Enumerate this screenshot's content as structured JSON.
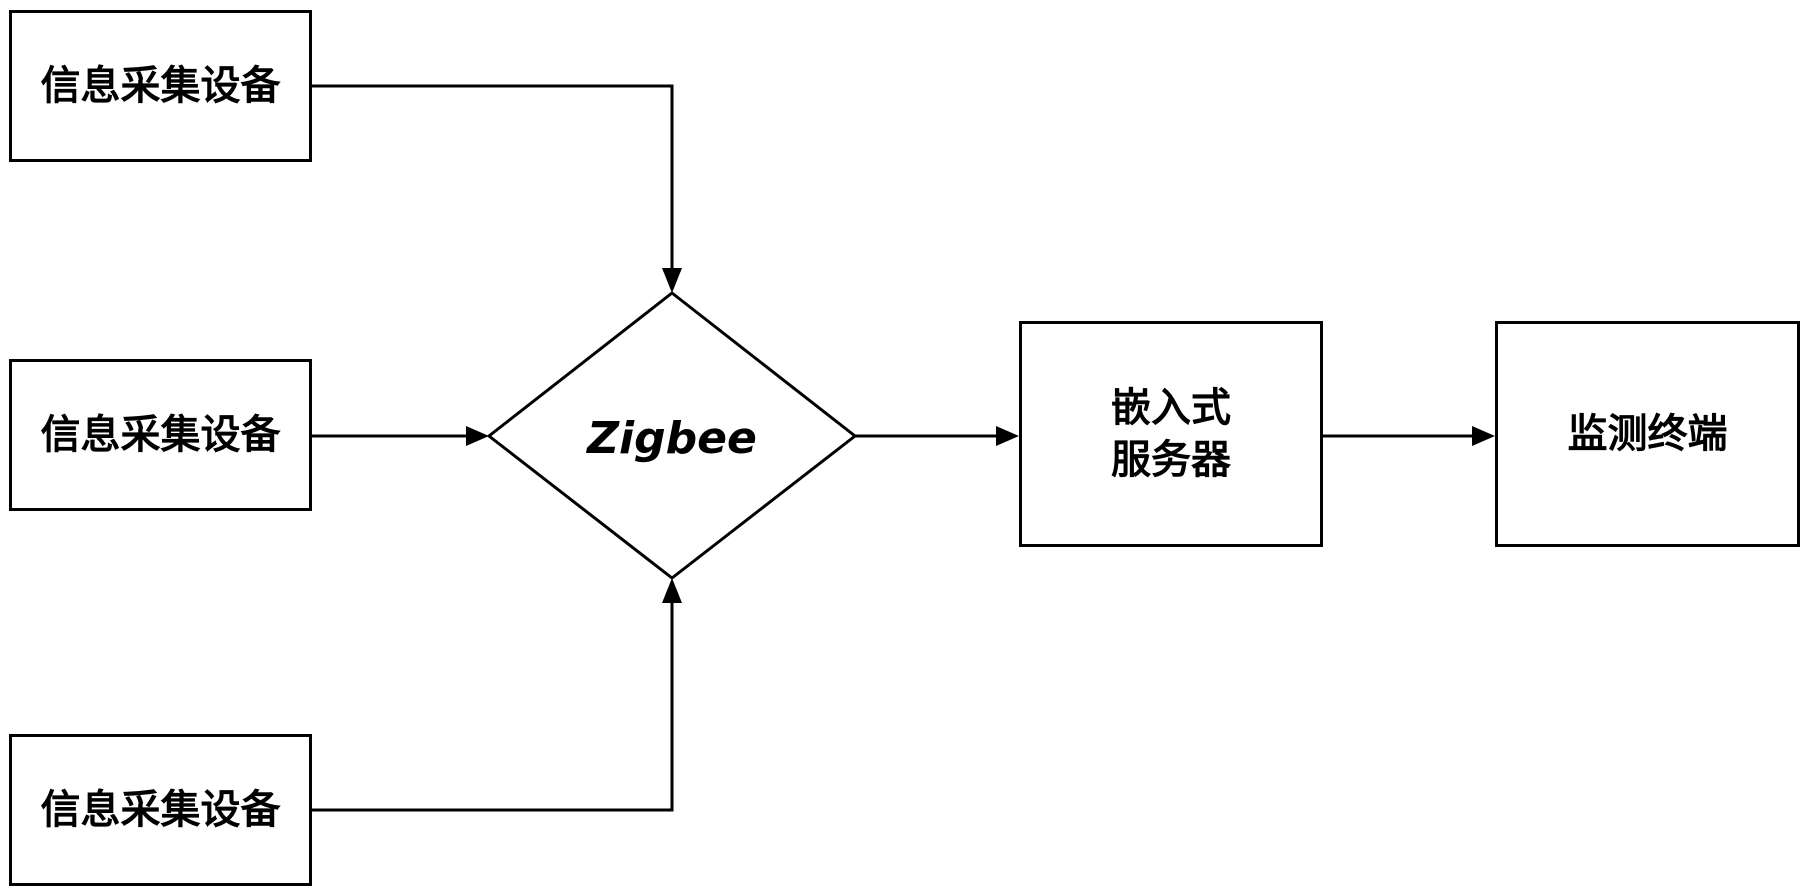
{
  "diagram": {
    "collectors": [
      {
        "label": "信息采集设备"
      },
      {
        "label": "信息采集设备"
      },
      {
        "label": "信息采集设备"
      }
    ],
    "hub": {
      "label": "Zigbee"
    },
    "server": {
      "label": "嵌入式\n服务器"
    },
    "terminal": {
      "label": "监测终端"
    }
  },
  "colors": {
    "stroke": "#000000",
    "background": "#ffffff"
  }
}
